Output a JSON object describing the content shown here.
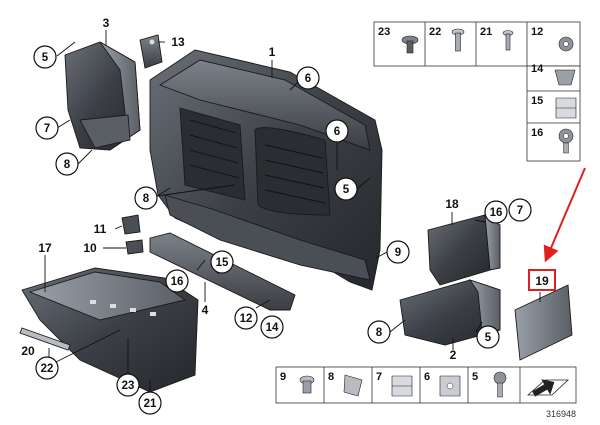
{
  "diagram": {
    "reference_number": "316948",
    "callouts": {
      "c1": "1",
      "c3": "3",
      "c13": "13",
      "c5a": "5",
      "c6a": "6",
      "c6b": "6",
      "c5b": "5",
      "c7a": "7",
      "c8a": "8",
      "c8b": "8",
      "c11": "11",
      "c10": "10",
      "c17": "17",
      "c16a": "16",
      "c15": "15",
      "c4": "4",
      "c12": "12",
      "c14": "14",
      "c18": "18",
      "c16b": "16",
      "c7b": "7",
      "c9a": "9",
      "c19": "19",
      "c8c": "8",
      "c5c": "5",
      "c2": "2",
      "c20": "20",
      "c22": "22",
      "c23": "23",
      "c21": "21"
    },
    "top_grid": {
      "row1": [
        "23",
        "22",
        "21",
        "12"
      ],
      "col": [
        "14",
        "15",
        "16"
      ]
    },
    "bottom_grid": [
      "9",
      "8",
      "7",
      "6",
      "5"
    ],
    "highlight_color": "#e0201c",
    "part_color": "#3a3d42"
  }
}
